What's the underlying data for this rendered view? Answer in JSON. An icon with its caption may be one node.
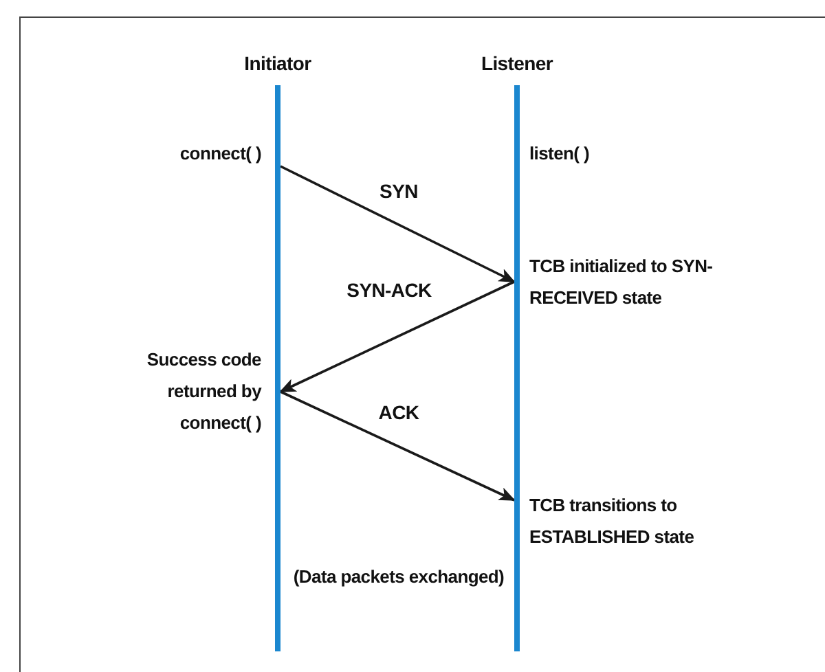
{
  "diagram": {
    "nodes": [
      {
        "text": [
          "Initiator"
        ]
      },
      {
        "text": [
          "Listener"
        ]
      }
    ],
    "edges": [
      {
        "from": 0,
        "to": 1,
        "arrow": "to",
        "label": "SYN"
      },
      {
        "from": 1,
        "to": 0,
        "arrow": "to",
        "label": "SYN-ACK"
      },
      {
        "from": 0,
        "to": 1,
        "arrow": "to",
        "label": "ACK"
      }
    ],
    "labels": [
      "connect( )",
      "listen( )",
      "TCB initialized to SYN-RECEIVED state",
      "Success code returned by connect( )",
      "TCB transitions to ESTABLISHED state",
      "(Data packets exchanged)"
    ]
  }
}
